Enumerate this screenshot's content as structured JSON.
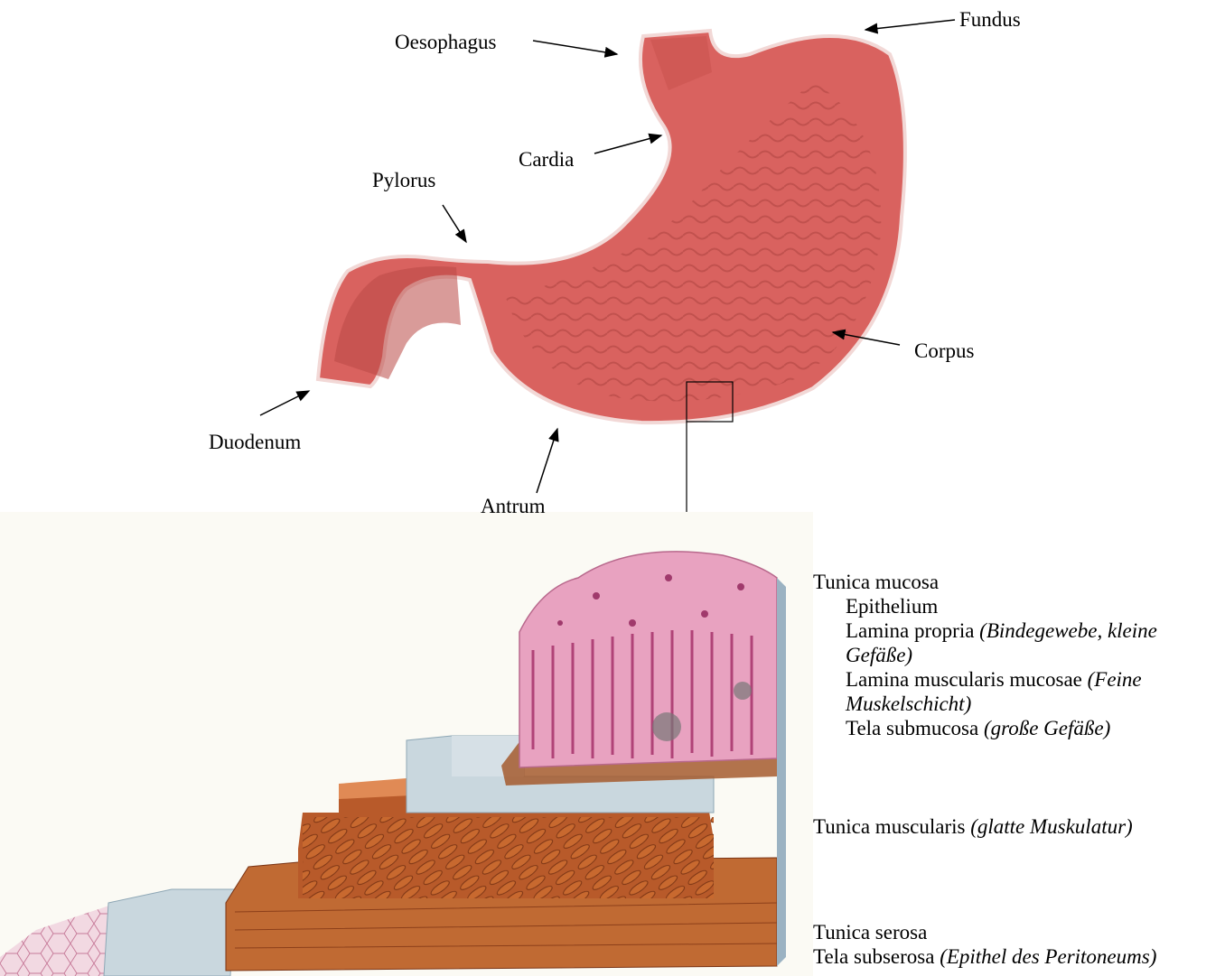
{
  "labels": {
    "oesophagus": "Oesophagus",
    "fundus": "Fundus",
    "cardia": "Cardia",
    "pylorus": "Pylorus",
    "corpus": "Corpus",
    "duodenum": "Duodenum",
    "antrum": "Antrum"
  },
  "legend": {
    "tunica_mucosa": "Tunica mucosa",
    "epithelium": "Epithelium",
    "lamina_propria": "Lamina propria",
    "lamina_propria_note": "(Bindegewebe, kleine Gefäße)",
    "lamina_muscularis": "Lamina muscularis mucosae",
    "lamina_muscularis_note": "(Feine Muskelschicht)",
    "tela_submucosa": "Tela submucosa",
    "tela_submucosa_note": "(große Gefäße)",
    "tunica_muscularis": "Tunica muscularis",
    "tunica_muscularis_note": "(glatte Muskulatur)",
    "tunica_serosa": "Tunica serosa",
    "tela_subserosa": "Tela subserosa",
    "tela_subserosa_note": "(Epithel des Peritoneums)"
  },
  "colors": {
    "stomach": "#d9625f",
    "mucosa": "#e8a2c0",
    "submucosa": "#c9d7de",
    "muscle": "#b85a2a",
    "serosa": "#e4c1cd"
  }
}
